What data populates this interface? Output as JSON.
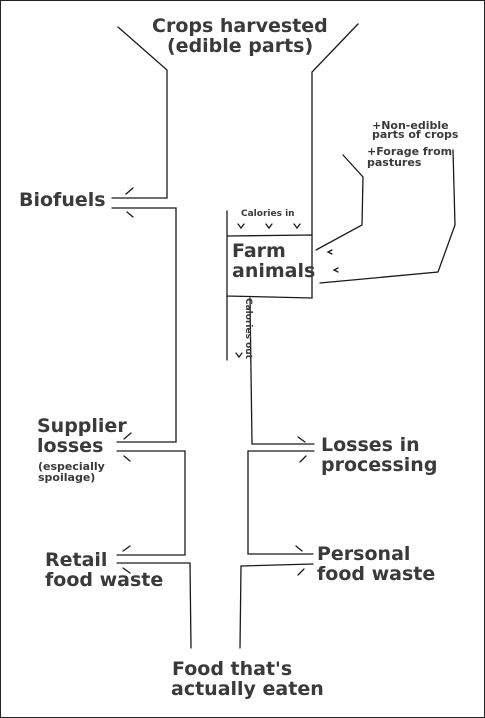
{
  "diagram": {
    "title_line1": "Crops harvested",
    "title_line2": "(edible parts)",
    "biofuels": "Biofuels",
    "non_edible_line1": "+Non-edible",
    "non_edible_line2": "parts of crops",
    "forage_line1": "+Forage from",
    "forage_line2": "pastures",
    "calories_in": "Calories in",
    "calories_out": "Calories out",
    "farm_line1": "Farm",
    "farm_line2": "animals",
    "supplier_line1": "Supplier",
    "supplier_line2": "losses",
    "supplier_note1": "(especially",
    "supplier_note2": "spoilage)",
    "processing_line1": "Losses in",
    "processing_line2": "processing",
    "retail_line1": "Retail",
    "retail_line2": "food waste",
    "personal_line1": "Personal",
    "personal_line2": "food waste",
    "eaten_line1": "Food that's",
    "eaten_line2": "actually eaten"
  }
}
